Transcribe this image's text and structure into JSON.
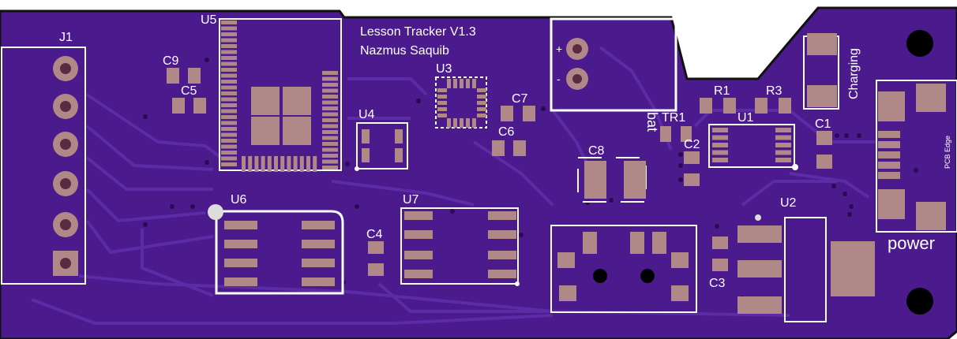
{
  "board": {
    "title": "Lesson Tracker V1.3",
    "author": "Nazmus Saquib",
    "charging_label": "Charging",
    "bat_label": "bat",
    "power_label": "power",
    "edge_label": "PCB Edge",
    "plus_label": "+",
    "minus_label": "-",
    "colors": {
      "board": "#4b1a8c",
      "trace": "#5c2ba6",
      "pad": "#b08888",
      "silk": "#ffffff",
      "hole": "#000000"
    }
  },
  "components": {
    "j1": "J1",
    "u1": "U1",
    "u2": "U2",
    "u3": "U3",
    "u4": "U4",
    "u5": "U5",
    "u6": "U6",
    "u7": "U7",
    "c1": "C1",
    "c2": "C2",
    "c3": "C3",
    "c4": "C4",
    "c5": "C5",
    "c6": "C6",
    "c7": "C7",
    "c8": "C8",
    "c9": "C9",
    "r1": "R1",
    "r3": "R3",
    "tr1": "TR1"
  }
}
